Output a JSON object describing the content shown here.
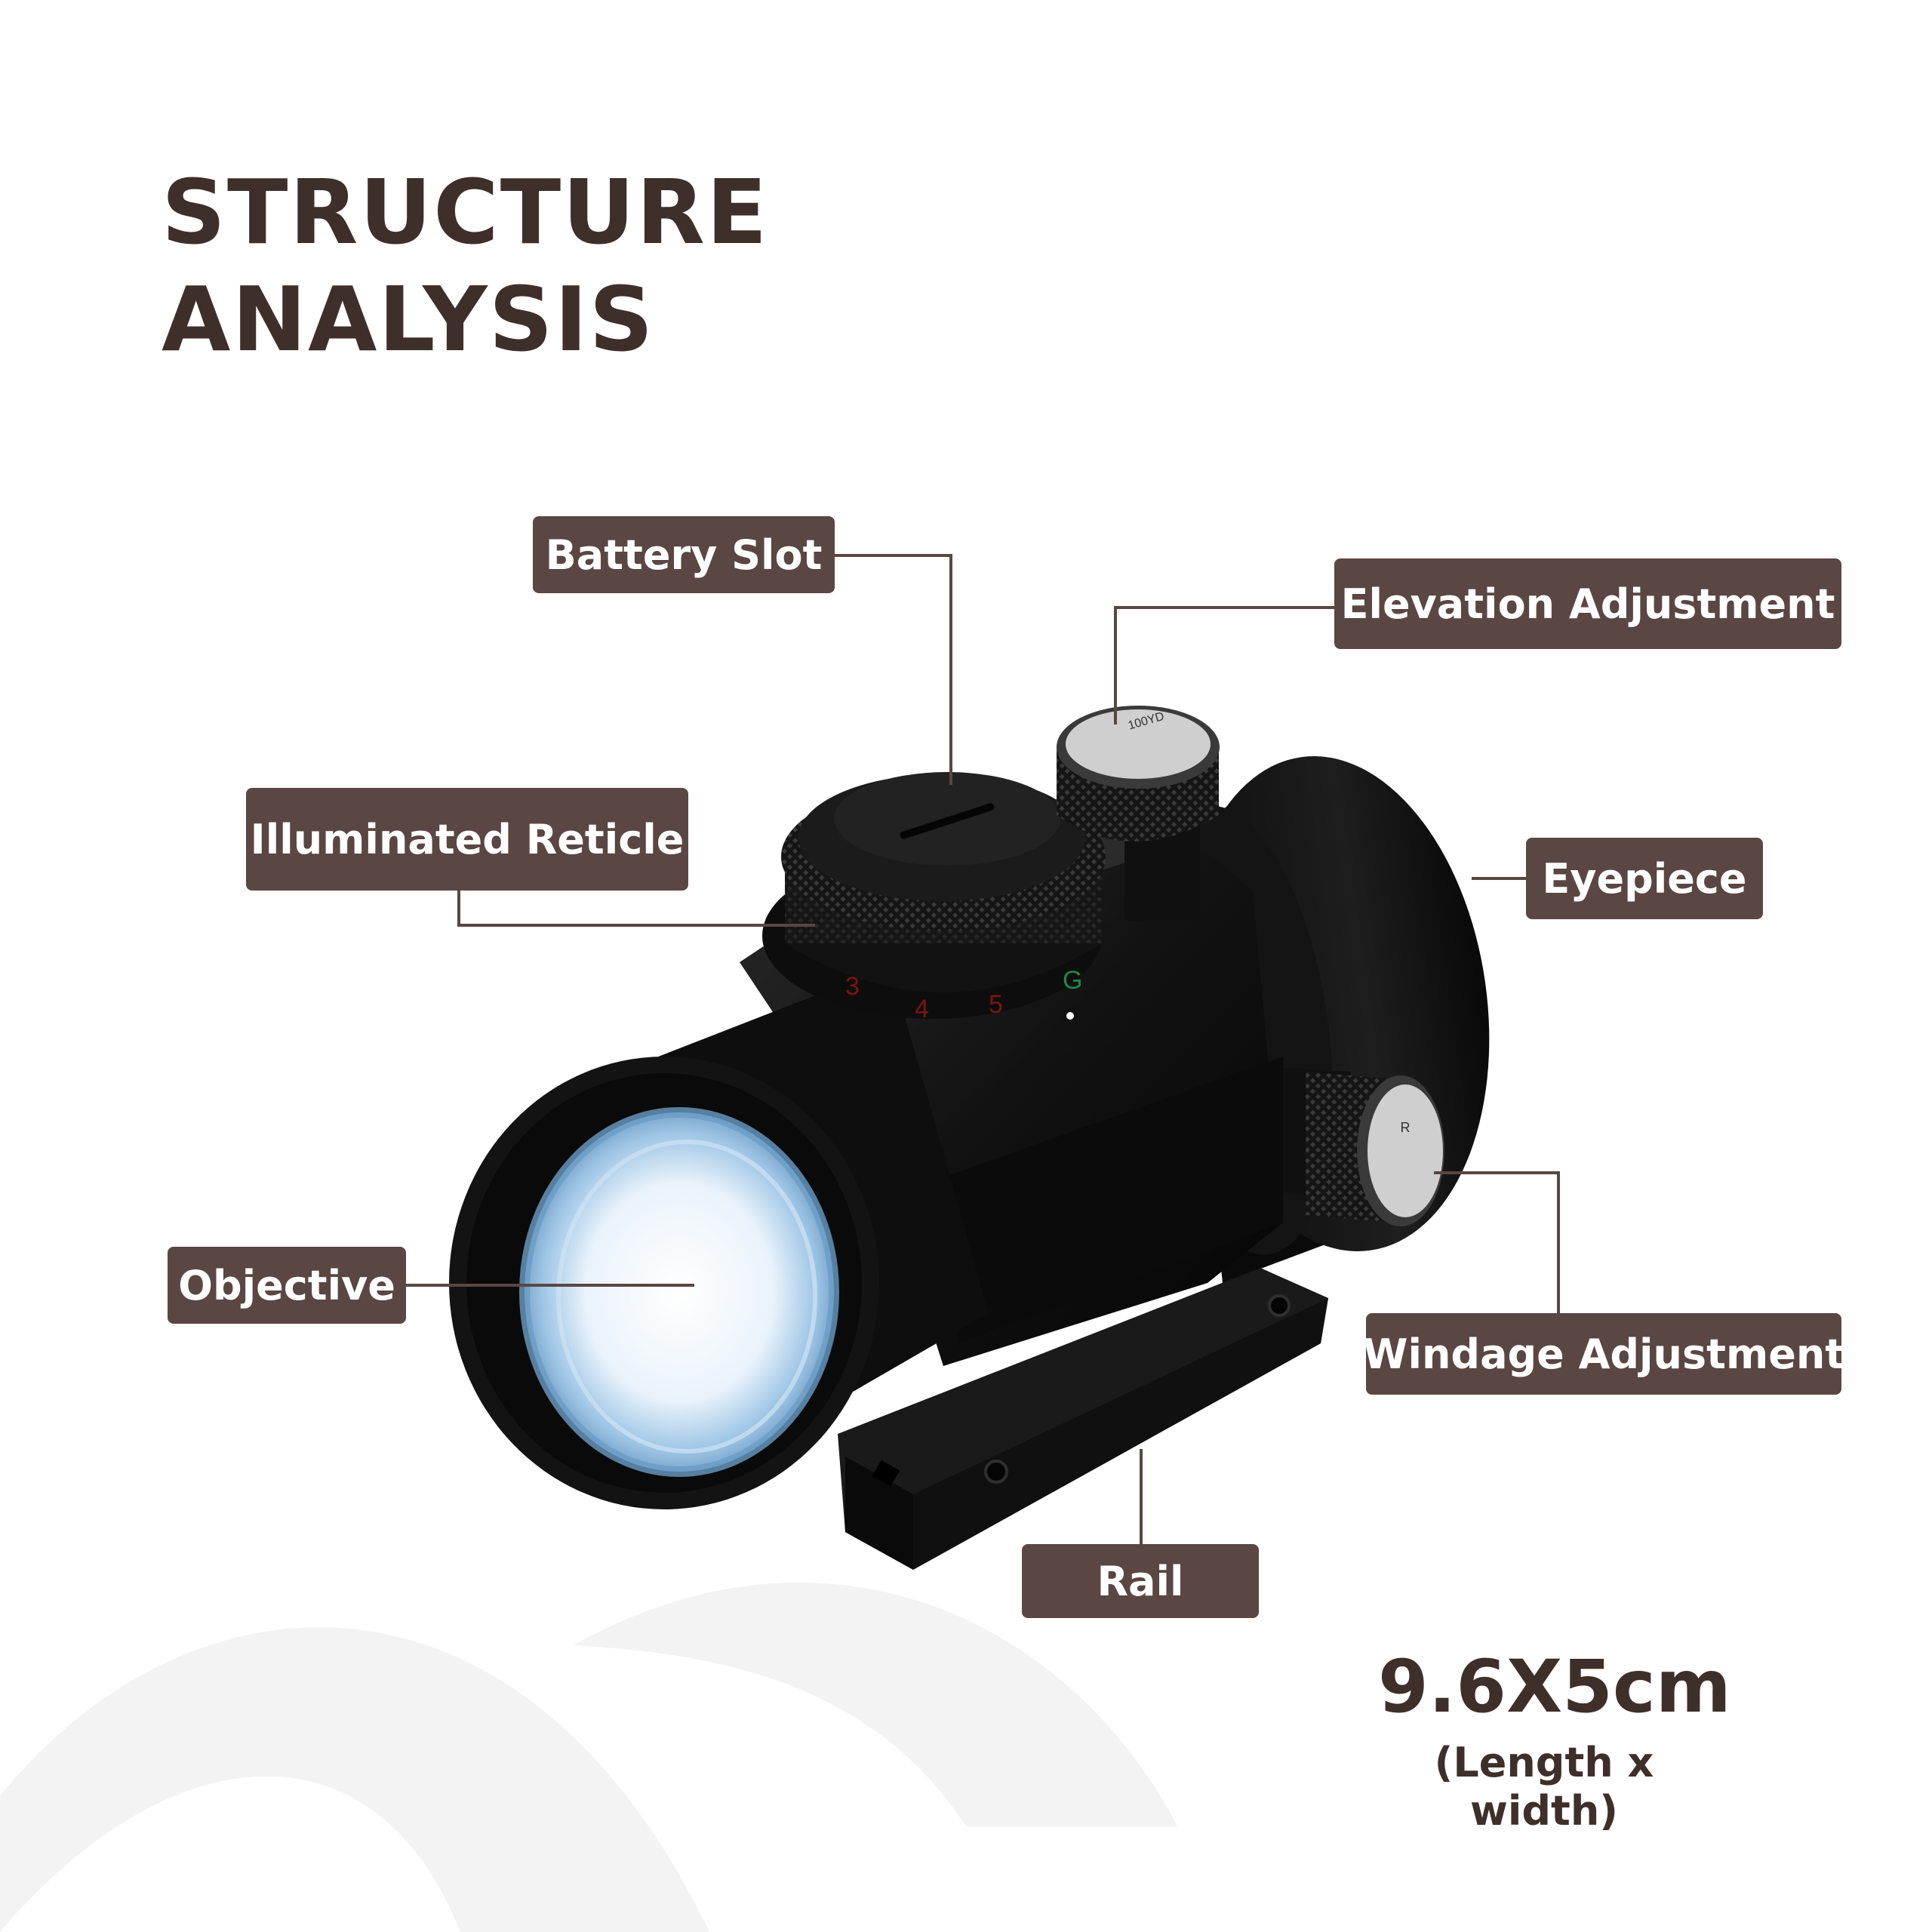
{
  "title": {
    "line1": "STRUCTURE",
    "line2": "ANALYSIS"
  },
  "callouts": {
    "battery_slot": "Battery Slot",
    "elevation_adjustment": "Elevation Adjustment",
    "illuminated_reticle": "Illuminated Reticle",
    "eyepiece": "Eyepiece",
    "objective": "Objective",
    "windage_adjustment": "Windage Adjustment",
    "rail": "Rail"
  },
  "dial_markings": {
    "brightness_numbers": [
      "3",
      "4",
      "5"
    ],
    "green_mark": "G",
    "elevation_top": "100YD",
    "windage_letter": "R"
  },
  "dimensions": {
    "value": "9.6X5cm",
    "caption": "(Length x width)"
  },
  "colors": {
    "label_bg": "#5a4642",
    "label_text": "#ffffff",
    "heading": "#3e2f2b",
    "leader_line": "#5a4642",
    "lens_tint": "#9fc6e6",
    "body": "#151515"
  }
}
